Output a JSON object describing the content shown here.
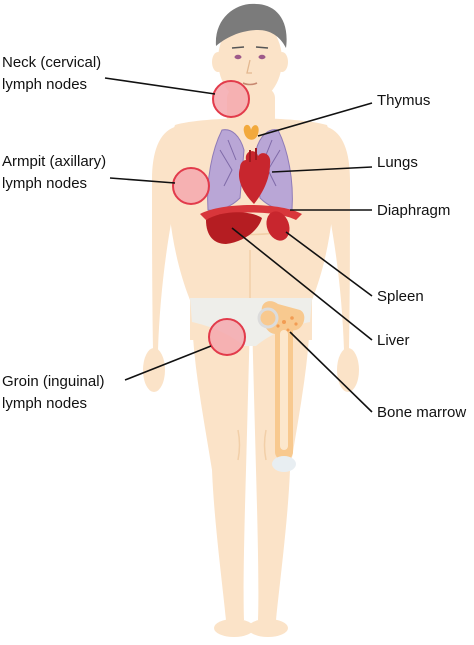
{
  "labels": {
    "neck": [
      "Neck (cervical)",
      "lymph nodes"
    ],
    "armpit": [
      "Armpit (axillary)",
      "lymph nodes"
    ],
    "groin": [
      "Groin (inguinal)",
      "lymph nodes"
    ],
    "thymus": "Thymus",
    "lungs": "Lungs",
    "diaphragm": "Diaphragm",
    "spleen": "Spleen",
    "liver": "Liver",
    "bone_marrow": "Bone marrow"
  },
  "colors": {
    "skin": "#fbe3c8",
    "skin_shadow": "#f2cfa8",
    "hair": "#7b7b7b",
    "underwear": "#eeeeea",
    "lymph_fill": "#f4a8ae",
    "lymph_stroke": "#e23b4b",
    "lungs": "#b9a6d6",
    "heart": "#c8262e",
    "liver": "#b51d22",
    "spleen": "#c8262e",
    "diaphragm": "#d8363b",
    "thymus": "#f2a93c",
    "bone": "#f8c98f",
    "marrow": "#ffffff",
    "leader_line": "#111111"
  }
}
